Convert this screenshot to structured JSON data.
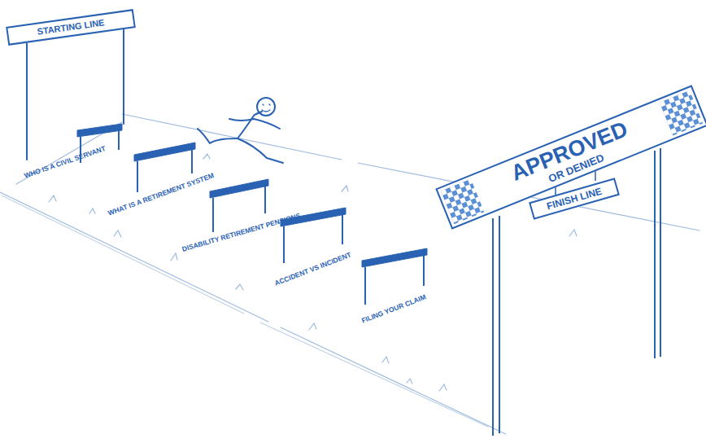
{
  "diagram": {
    "nodes": [
      {
        "text": [
          "STARTING LINE"
        ]
      },
      {
        "text": [
          "APPROVED",
          "OR DENIED"
        ]
      },
      {
        "text": [
          "FINISH LINE"
        ]
      }
    ],
    "labels": [
      "WHO IS A CIVIL SERVANT",
      "WHAT IS A RETIREMENT SYSTEM",
      "DISABILITY RETIREMENT PENSIONS",
      "ACCIDENT VS INCIDENT",
      "FILING YOUR CLAIM"
    ]
  }
}
